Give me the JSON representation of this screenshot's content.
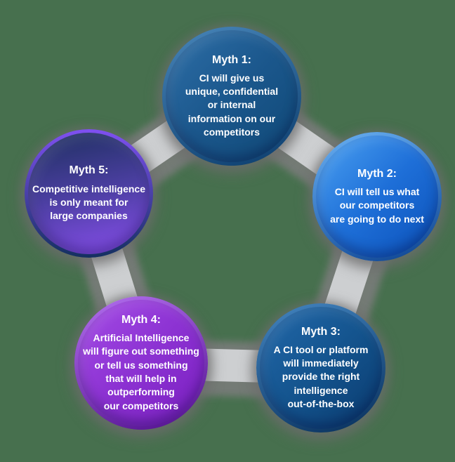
{
  "background_color": "#47704E",
  "connectors": {
    "band_color": "#CDCFD1",
    "shadow_color": "#7D7D7D"
  },
  "diagram": {
    "myths": [
      {
        "heading": "Myth 1:",
        "body": "CI will give us\nunique, confidential\nor internal\ninformation on our\ncompetitors",
        "colors": {
          "ring_from": "#4886BA",
          "ring_to": "#0B3C6C",
          "fill_from": "#2E6FA8",
          "fill_mid": "#1B578C",
          "fill_to": "#0F4876"
        }
      },
      {
        "heading": "Myth 2:",
        "body": "CI will tell us what\nour competitors\nare going to do next",
        "colors": {
          "ring_from": "#6AB2F6",
          "ring_to": "#0B418F",
          "fill_from": "#4DA3F2",
          "fill_mid": "#1E6FD8",
          "fill_to": "#0B50B8"
        }
      },
      {
        "heading": "Myth 3:",
        "body": "A CI tool or platform\nwill immediately\nprovide the right\nintelligence\nout-of-the-box",
        "colors": {
          "ring_from": "#4486C2",
          "ring_to": "#072E5A",
          "fill_from": "#2268AA",
          "fill_mid": "#14548E",
          "fill_to": "#0A3A6E"
        }
      },
      {
        "heading": "Myth 4:",
        "body": "Artificial Intelligence\nwill figure out something\nor tell us something\nthat will help in\noutperforming\nour competitors",
        "colors": {
          "ring_from": "#B470F0",
          "ring_to": "#500F8C",
          "fill_from": "#A44CE6",
          "fill_mid": "#8C32D2",
          "fill_to": "#7A1FC0"
        }
      },
      {
        "heading": "Myth 5:",
        "body": "Competitive intelligence\nis only meant for\nlarge companies",
        "colors": {
          "ring_from": "#8050F2",
          "ring_to": "#143060",
          "fill_from": "#1D2F5F",
          "fill_mid": "#4C3FA2",
          "fill_to": "#8B4FF0"
        }
      }
    ]
  }
}
